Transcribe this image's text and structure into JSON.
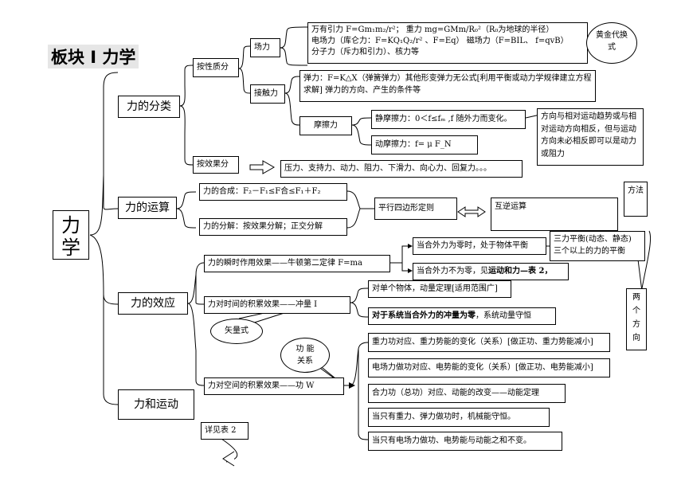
{
  "title": "板块 I 力学",
  "root": "力学",
  "level1": {
    "classification": "力的分类",
    "operation": "力的运算",
    "effect": "力的效应",
    "motion": "力和运动"
  },
  "classification": {
    "by_nature": "按性质分",
    "field_force": "场力",
    "field_lines": [
      "万有引力 F=Gm₁m₂/r²；  重力 mg=GMm/R₀²（R₀为地球的半径）",
      "电场力（库仑力：F=KQ₁Q₂/r²  、F=Eq）  磁场力（F=BIL、  f=qvB）",
      "分子力（斥力和引力）、核力等"
    ],
    "golden_substitution": "黄金代换式",
    "contact_force": "接触力",
    "elastic_text": "弹力：F=K△X（弹簧弹力）其他形变弹力无公式[利用平衡或动力学规律建立方程求解] 弹力的方向、产生的条件等",
    "friction": "摩擦力",
    "static_friction": "静摩擦力：0＜f≤fₘ ,f 随外力而变化。",
    "kinetic_friction": "动摩擦力：f= μ F_N",
    "friction_direction_note": "方向与相对运动趋势或与相对运动方向相反，但与运动方向未必相反即可以是动力或阻力",
    "by_effect": "按效果分",
    "effect_list": "压力、支持力、动力、阻力、下滑力、向心力、回复力。。。"
  },
  "operation": {
    "composition": "力的合成：F₂－F₁≤F合≤F₁＋F₂",
    "decomposition": "力的分解：按效果分解；正交分解",
    "parallelogram": "平行四边形定则",
    "inverse": "互逆运算",
    "method": "方法"
  },
  "effect": {
    "instant": "力的瞬时作用效果——牛顿第二定律 F=ma",
    "zero_net": "当合外力为零时，处于物体平衡",
    "nonzero_net_prefix": "当合外力不为零，见",
    "nonzero_net_bold": "运动和力—表 2，",
    "equilibrium_lines": [
      "三力平衡(动态、静态)",
      "三个以上的力的平衡"
    ],
    "two_directions": "两个方向",
    "time_accumulation": "力对时间的积累效果——冲量 I",
    "vector": "矢量式",
    "single_body": "对单个物体，动量定理[适用范围广]",
    "system_bold": "对于系统当合外力的冲量为零",
    "system_rest": "，系统动量守恒",
    "space_accumulation": "力对空间的积累效果——功 W",
    "work_energy": "功 能关系",
    "work_list": [
      "重力功对应、重力势能的变化（关系）[做正功、重力势能减小]",
      "电场力做功对应、电势能的变化（关系）[做正功、电势能减小]",
      "合力功（总功）对应、动能的改变——动能定理",
      "当只有重力、弹力做功时，机械能守恒。",
      "当只有电场力做功、电势能与动能之和不变。"
    ]
  },
  "motion": {
    "see_table": "详见表 2"
  }
}
